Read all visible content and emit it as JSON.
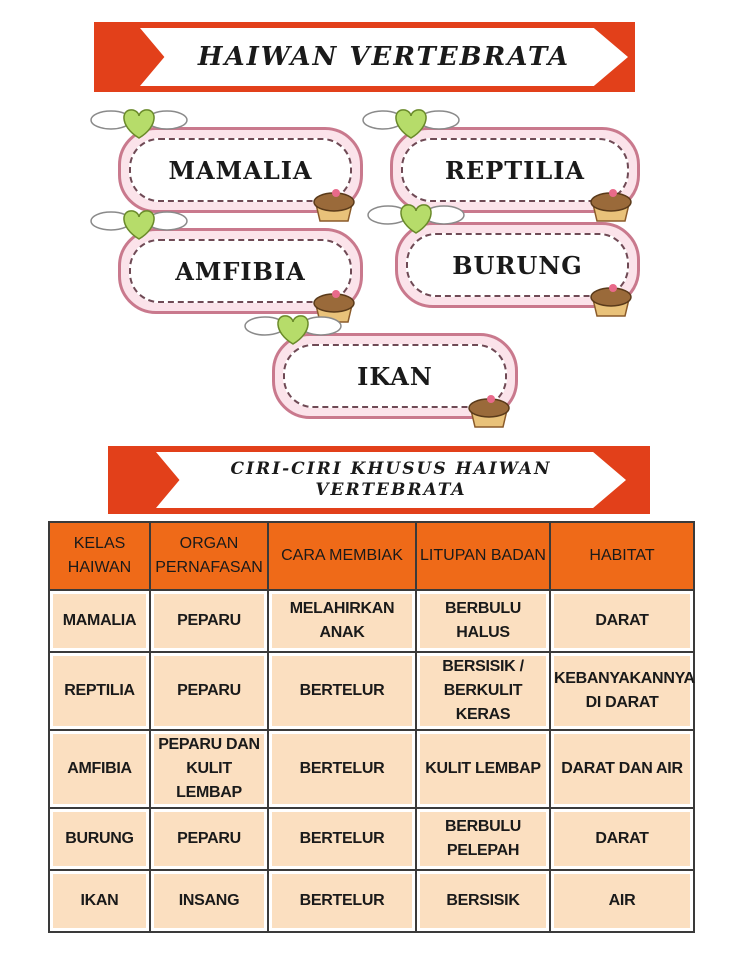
{
  "banner_top": {
    "title": "HAIWAN VERTEBRATA"
  },
  "classes": [
    {
      "label": "MAMALIA"
    },
    {
      "label": "REPTILIA"
    },
    {
      "label": "AMFIBIA"
    },
    {
      "label": "BURUNG"
    },
    {
      "label": "IKAN"
    }
  ],
  "banner_bottom": {
    "title": "CIRI-CIRI KHUSUS HAIWAN\nVERTEBRATA"
  },
  "table": {
    "headers": [
      "KELAS HAIWAN",
      "ORGAN PERNAFASAN",
      "CARA MEMBIAK",
      "LITUPAN BADAN",
      "HABITAT"
    ],
    "rows": [
      [
        "MAMALIA",
        "PEPARU",
        "MELAHIRKAN ANAK",
        "BERBULU HALUS",
        "DARAT"
      ],
      [
        "REPTILIA",
        "PEPARU",
        "BERTELUR",
        "BERSISIK / BERKULIT KERAS",
        "KEBANYAKANNYA DI DARAT"
      ],
      [
        "AMFIBIA",
        "PEPARU DAN KULIT LEMBAP",
        "BERTELUR",
        "KULIT LEMBAP",
        "DARAT DAN AIR"
      ],
      [
        "BURUNG",
        "PEPARU",
        "BERTELUR",
        "BERBULU PELEPAH",
        "DARAT"
      ],
      [
        "IKAN",
        "INSANG",
        "BERTELUR",
        "BERSISIK",
        "AIR"
      ]
    ]
  },
  "colors": {
    "banner_red": "#e2401a",
    "header_orange": "#ef6a18",
    "cell_peach": "#fbdfc0",
    "card_pink": "#fbe3ea"
  }
}
